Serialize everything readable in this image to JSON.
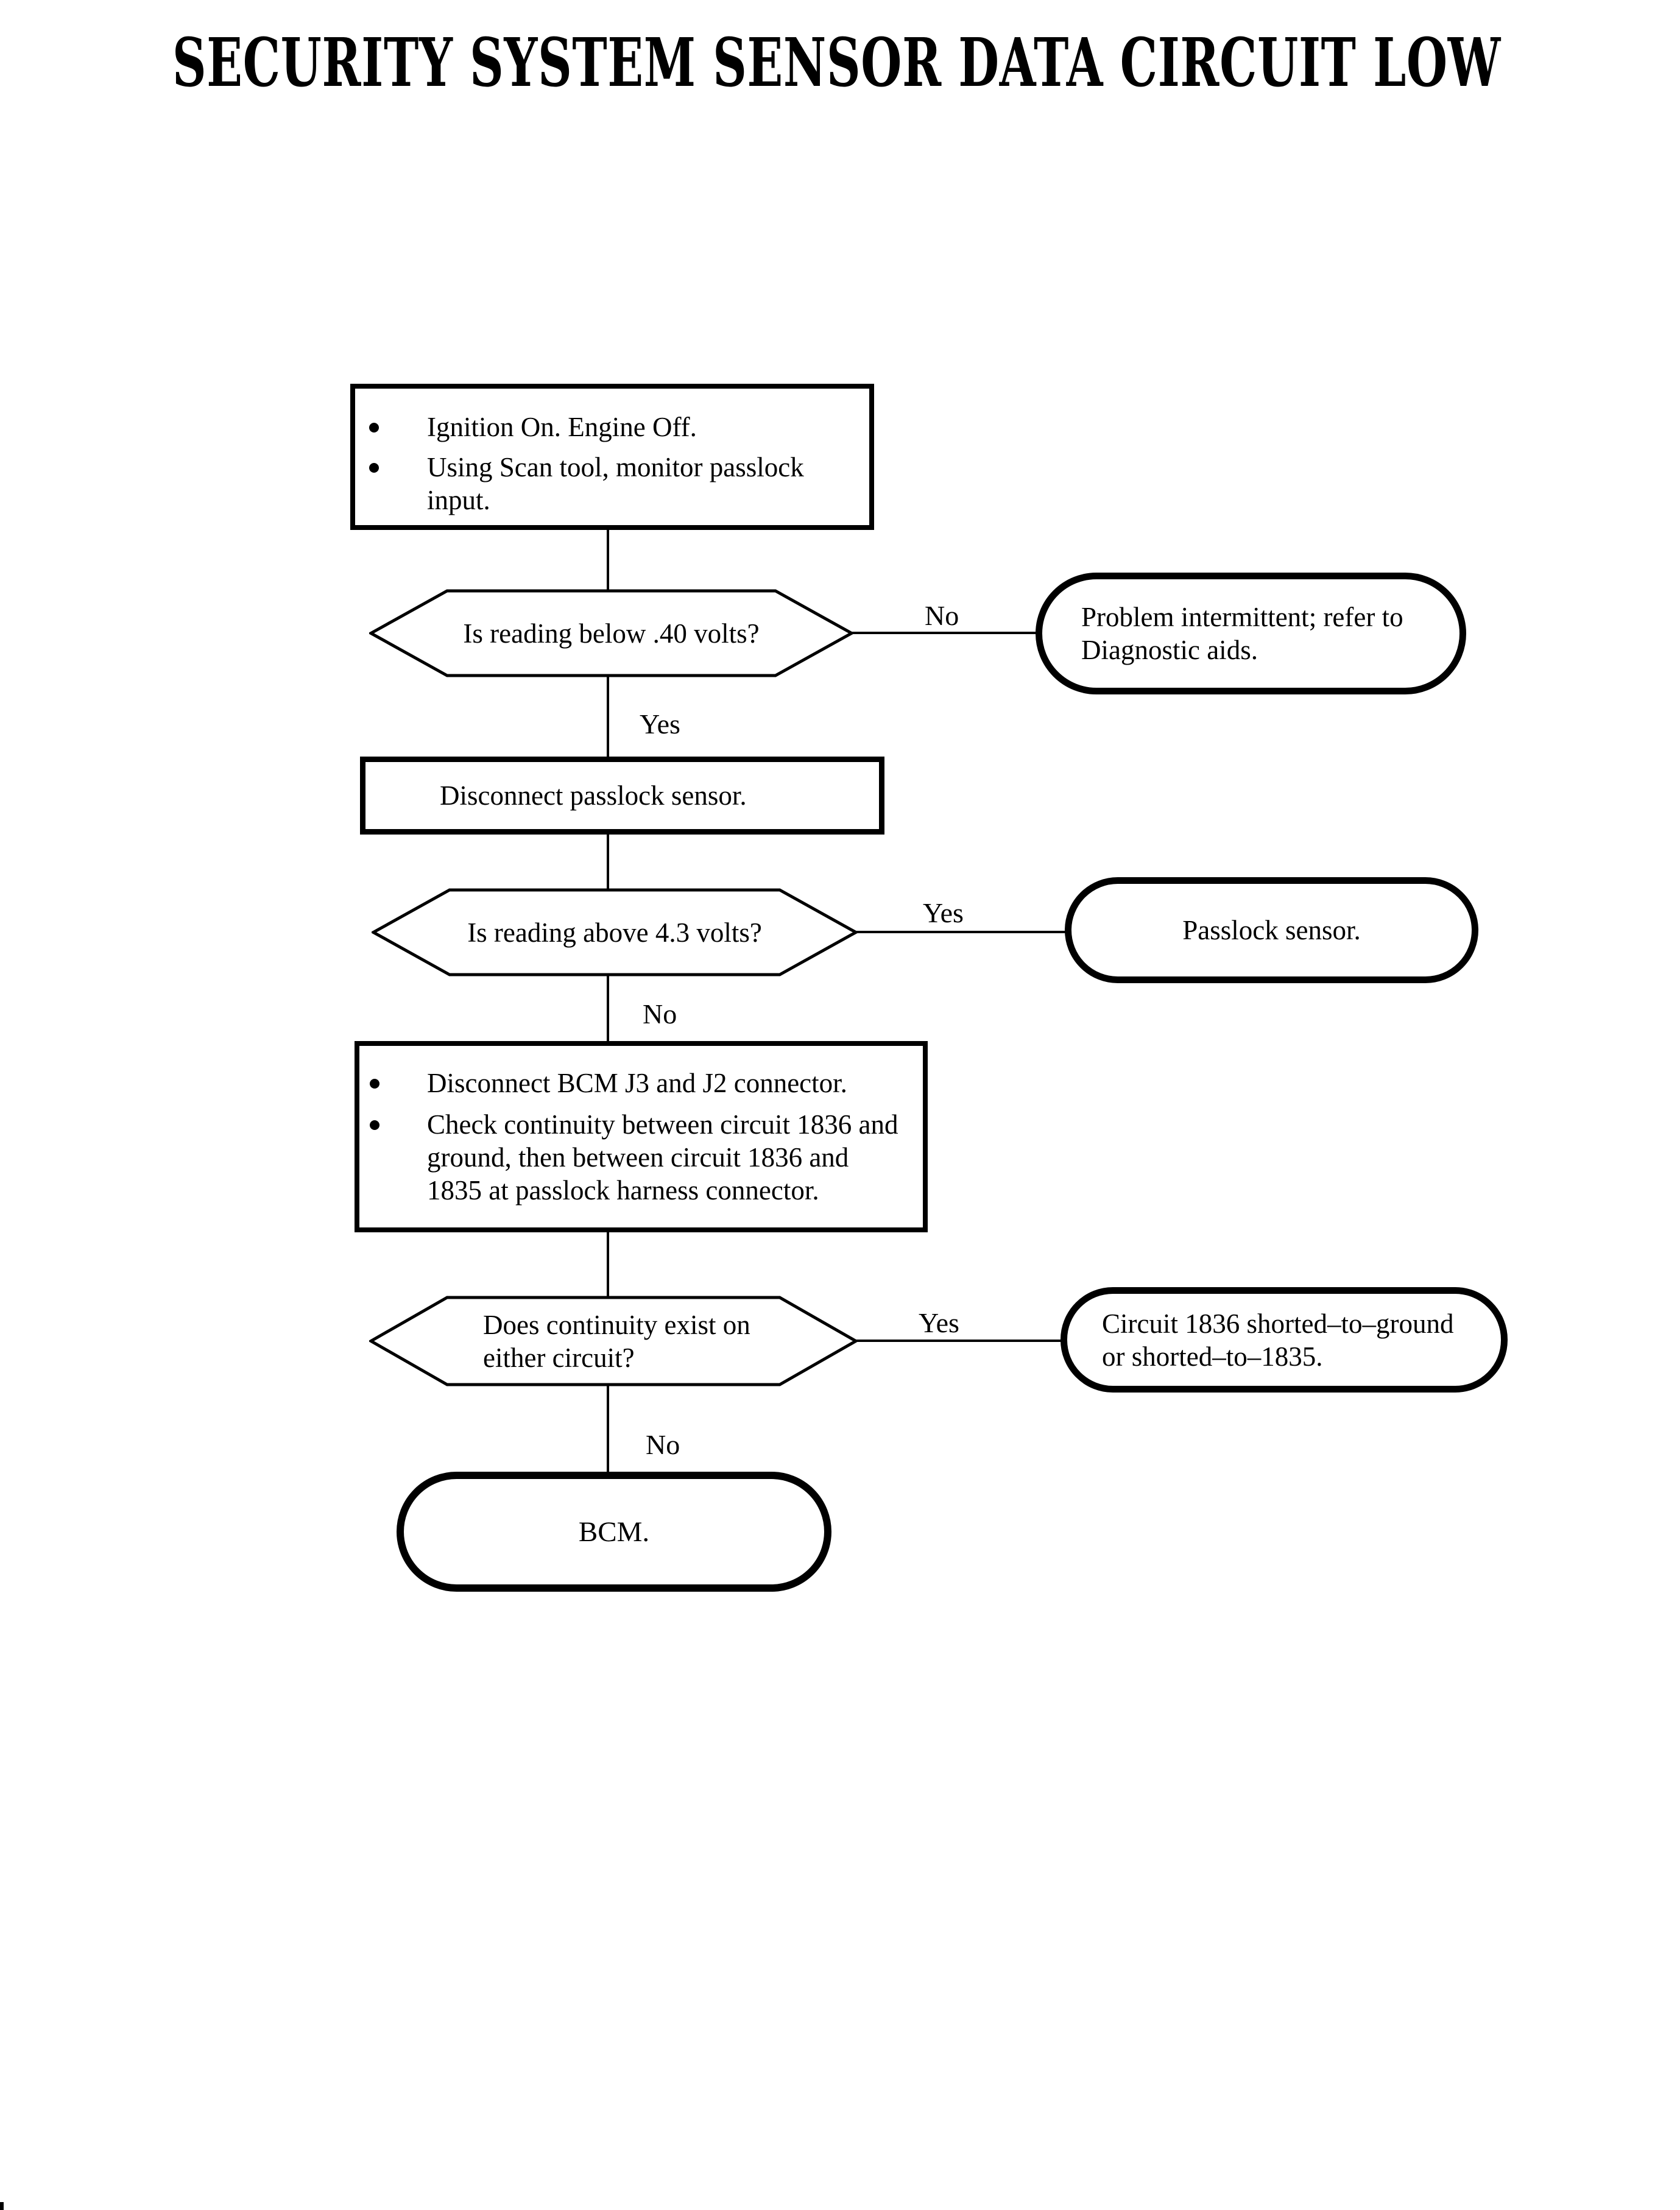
{
  "page": {
    "title": "SECURITY SYSTEM SENSOR DATA CIRCUIT LOW"
  },
  "flowchart": {
    "step1": {
      "bullet1_lines": [
        "Ignition On. Engine Off."
      ],
      "bullet2_lines": [
        "Using Scan tool, monitor passlock",
        "input."
      ]
    },
    "decision1": {
      "question": "Is reading below .40 volts?",
      "no_label": "No",
      "yes_label": "Yes"
    },
    "result1": {
      "line1": "Problem intermittent; refer to",
      "line2": "Diagnostic aids."
    },
    "step2": {
      "text": "Disconnect passlock sensor."
    },
    "decision2": {
      "question": "Is reading above 4.3 volts?",
      "yes_label": "Yes",
      "no_label": "No"
    },
    "result2": {
      "text": "Passlock sensor."
    },
    "step3": {
      "bullet1_lines": [
        "Disconnect BCM J3 and J2 connector."
      ],
      "bullet2_lines": [
        "Check continuity between circuit 1836 and",
        "ground, then between circuit 1836 and",
        "1835 at passlock harness connector."
      ]
    },
    "decision3": {
      "question_line1": "Does continuity exist on",
      "question_line2": "either circuit?",
      "yes_label": "Yes",
      "no_label": "No"
    },
    "result3": {
      "line1": "Circuit 1836 shorted–to–ground",
      "line2": "or shorted–to–1835."
    },
    "terminal": {
      "text": "BCM."
    }
  }
}
